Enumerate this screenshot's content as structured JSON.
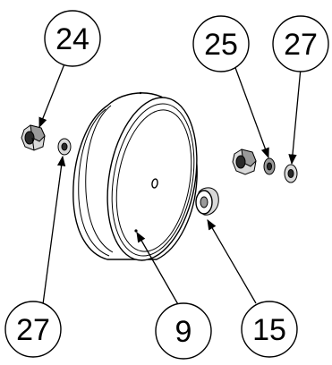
{
  "diagram": {
    "callouts": [
      {
        "id": "c24-top",
        "label": "24"
      },
      {
        "id": "c25-top",
        "label": "25"
      },
      {
        "id": "c27-top",
        "label": "27"
      },
      {
        "id": "c27-bottom",
        "label": "27"
      },
      {
        "id": "c9-bottom",
        "label": "9"
      },
      {
        "id": "c15-bottom",
        "label": "15"
      }
    ],
    "colors": {
      "line": "#000000",
      "background": "#ffffff",
      "shade": "#9a9a9a"
    }
  }
}
